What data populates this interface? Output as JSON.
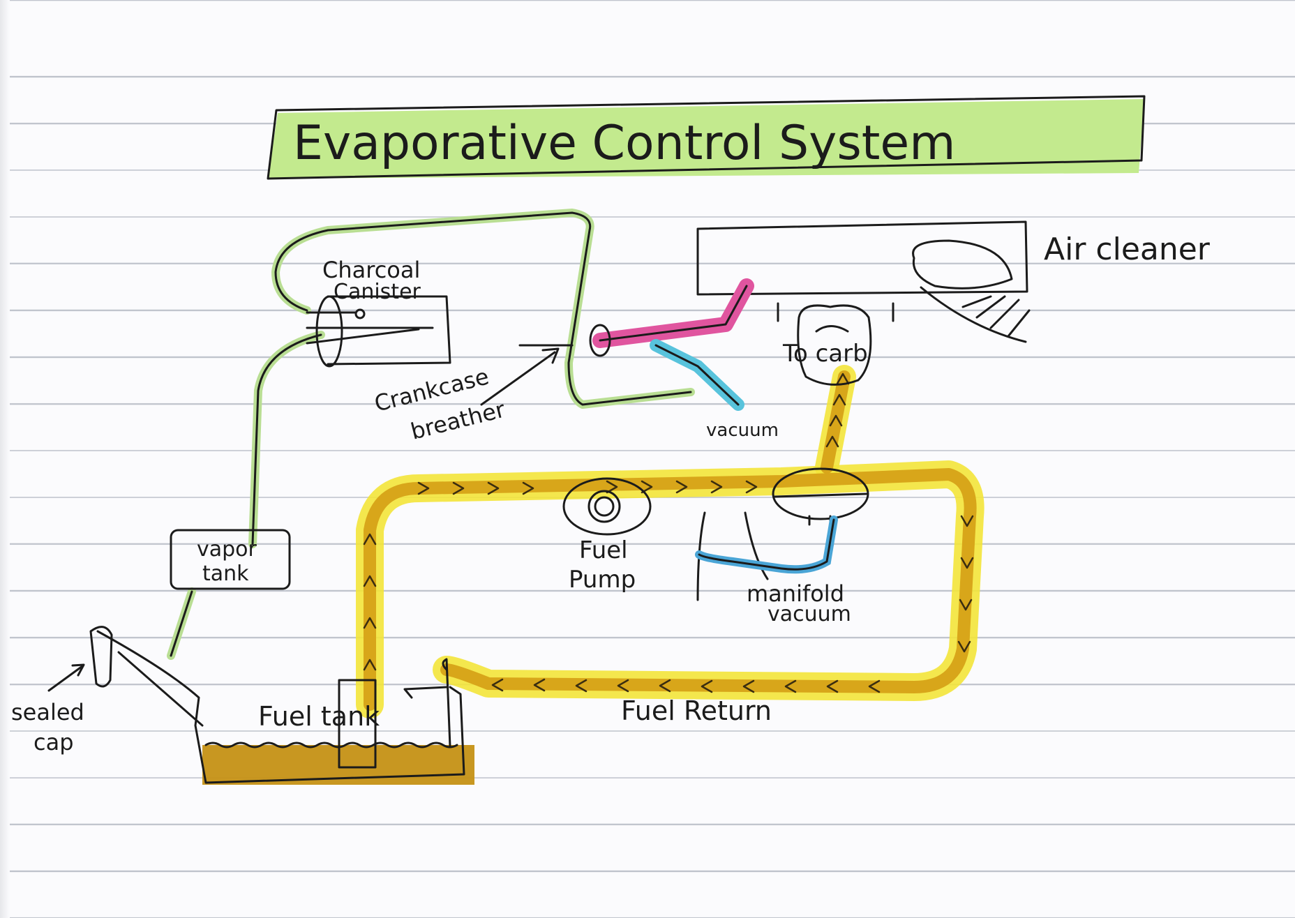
{
  "title": "Evaporative Control System",
  "labels": {
    "charcoal_canister_line1": "Charcoal",
    "charcoal_canister_line2": "Canister",
    "air_cleaner": "Air cleaner",
    "to_carb": "To carb",
    "crankcase_breather_line1": "Crankcase",
    "crankcase_breather_line2": "breather",
    "vacuum": "vacuum",
    "vapor_tank_line1": "vapor",
    "vapor_tank_line2": "tank",
    "fuel_pump_line1": "Fuel",
    "fuel_pump_line2": "Pump",
    "manifold_vacuum_line1": "manifold",
    "manifold_vacuum_line2": "vacuum",
    "sealed_cap_line1": "sealed",
    "sealed_cap_line2": "cap",
    "fuel_tank": "Fuel tank",
    "fuel_return": "Fuel Return"
  },
  "colors": {
    "title_highlight": "#c3ea8e",
    "vapor_line": "#b9de93",
    "fuel_line": "#d8a61a",
    "fuel_highlight": "#f3e43a",
    "fuel_tank_fill": "#c59115",
    "pcv_line": "#e0559f",
    "vacuum_line": "#58c3dc",
    "manifold_vacuum_line": "#4aa5d6"
  },
  "icons": {
    "pointer_arrow": "arrow-icon",
    "flow_chevron": "chevron-icon"
  }
}
